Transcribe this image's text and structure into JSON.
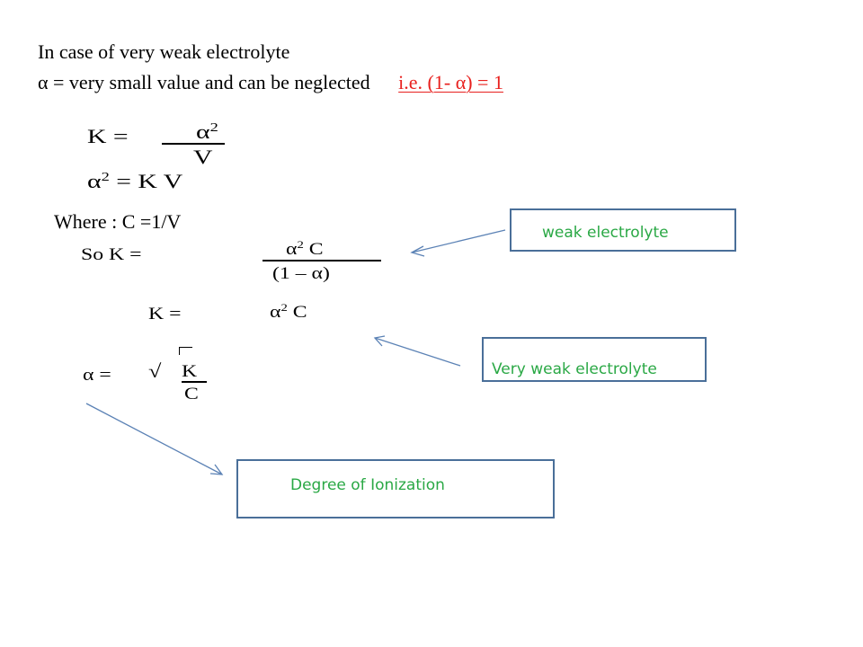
{
  "intro": {
    "line1": "In case of very weak electrolyte",
    "line2": "α = very small value and can be neglected",
    "line2_highlight": "i.e. (1- α) = 1"
  },
  "equations": {
    "eq1_lhs": "K =",
    "eq1_num_base": "α",
    "eq1_num_exp": "2",
    "eq1_den": "V",
    "eq2_base": "α",
    "eq2_exp": "2",
    "eq2_rhs": "= K V",
    "where": "Where : C =1/V",
    "eq3_lhs": "So  K  =",
    "eq3_num_base": "α",
    "eq3_num_exp": "2",
    "eq3_num_rest": " C",
    "eq3_den": "(1 – α)",
    "eq4_lhs": "K   =",
    "eq4_base": "α",
    "eq4_exp": "2",
    "eq4_rest": " C",
    "eq5_lhs": "α =",
    "eq5_root": "√",
    "eq5_num": "K",
    "eq5_den": "C"
  },
  "callouts": {
    "weak": "weak electrolyte",
    "very_weak": "Very weak electrolyte",
    "degree": "Degree of Ionization"
  },
  "colors": {
    "highlight_red": "#e8201e",
    "callout_text_green": "#2aa845",
    "callout_border": "#4a6f99",
    "arrow": "#5b82b5"
  }
}
